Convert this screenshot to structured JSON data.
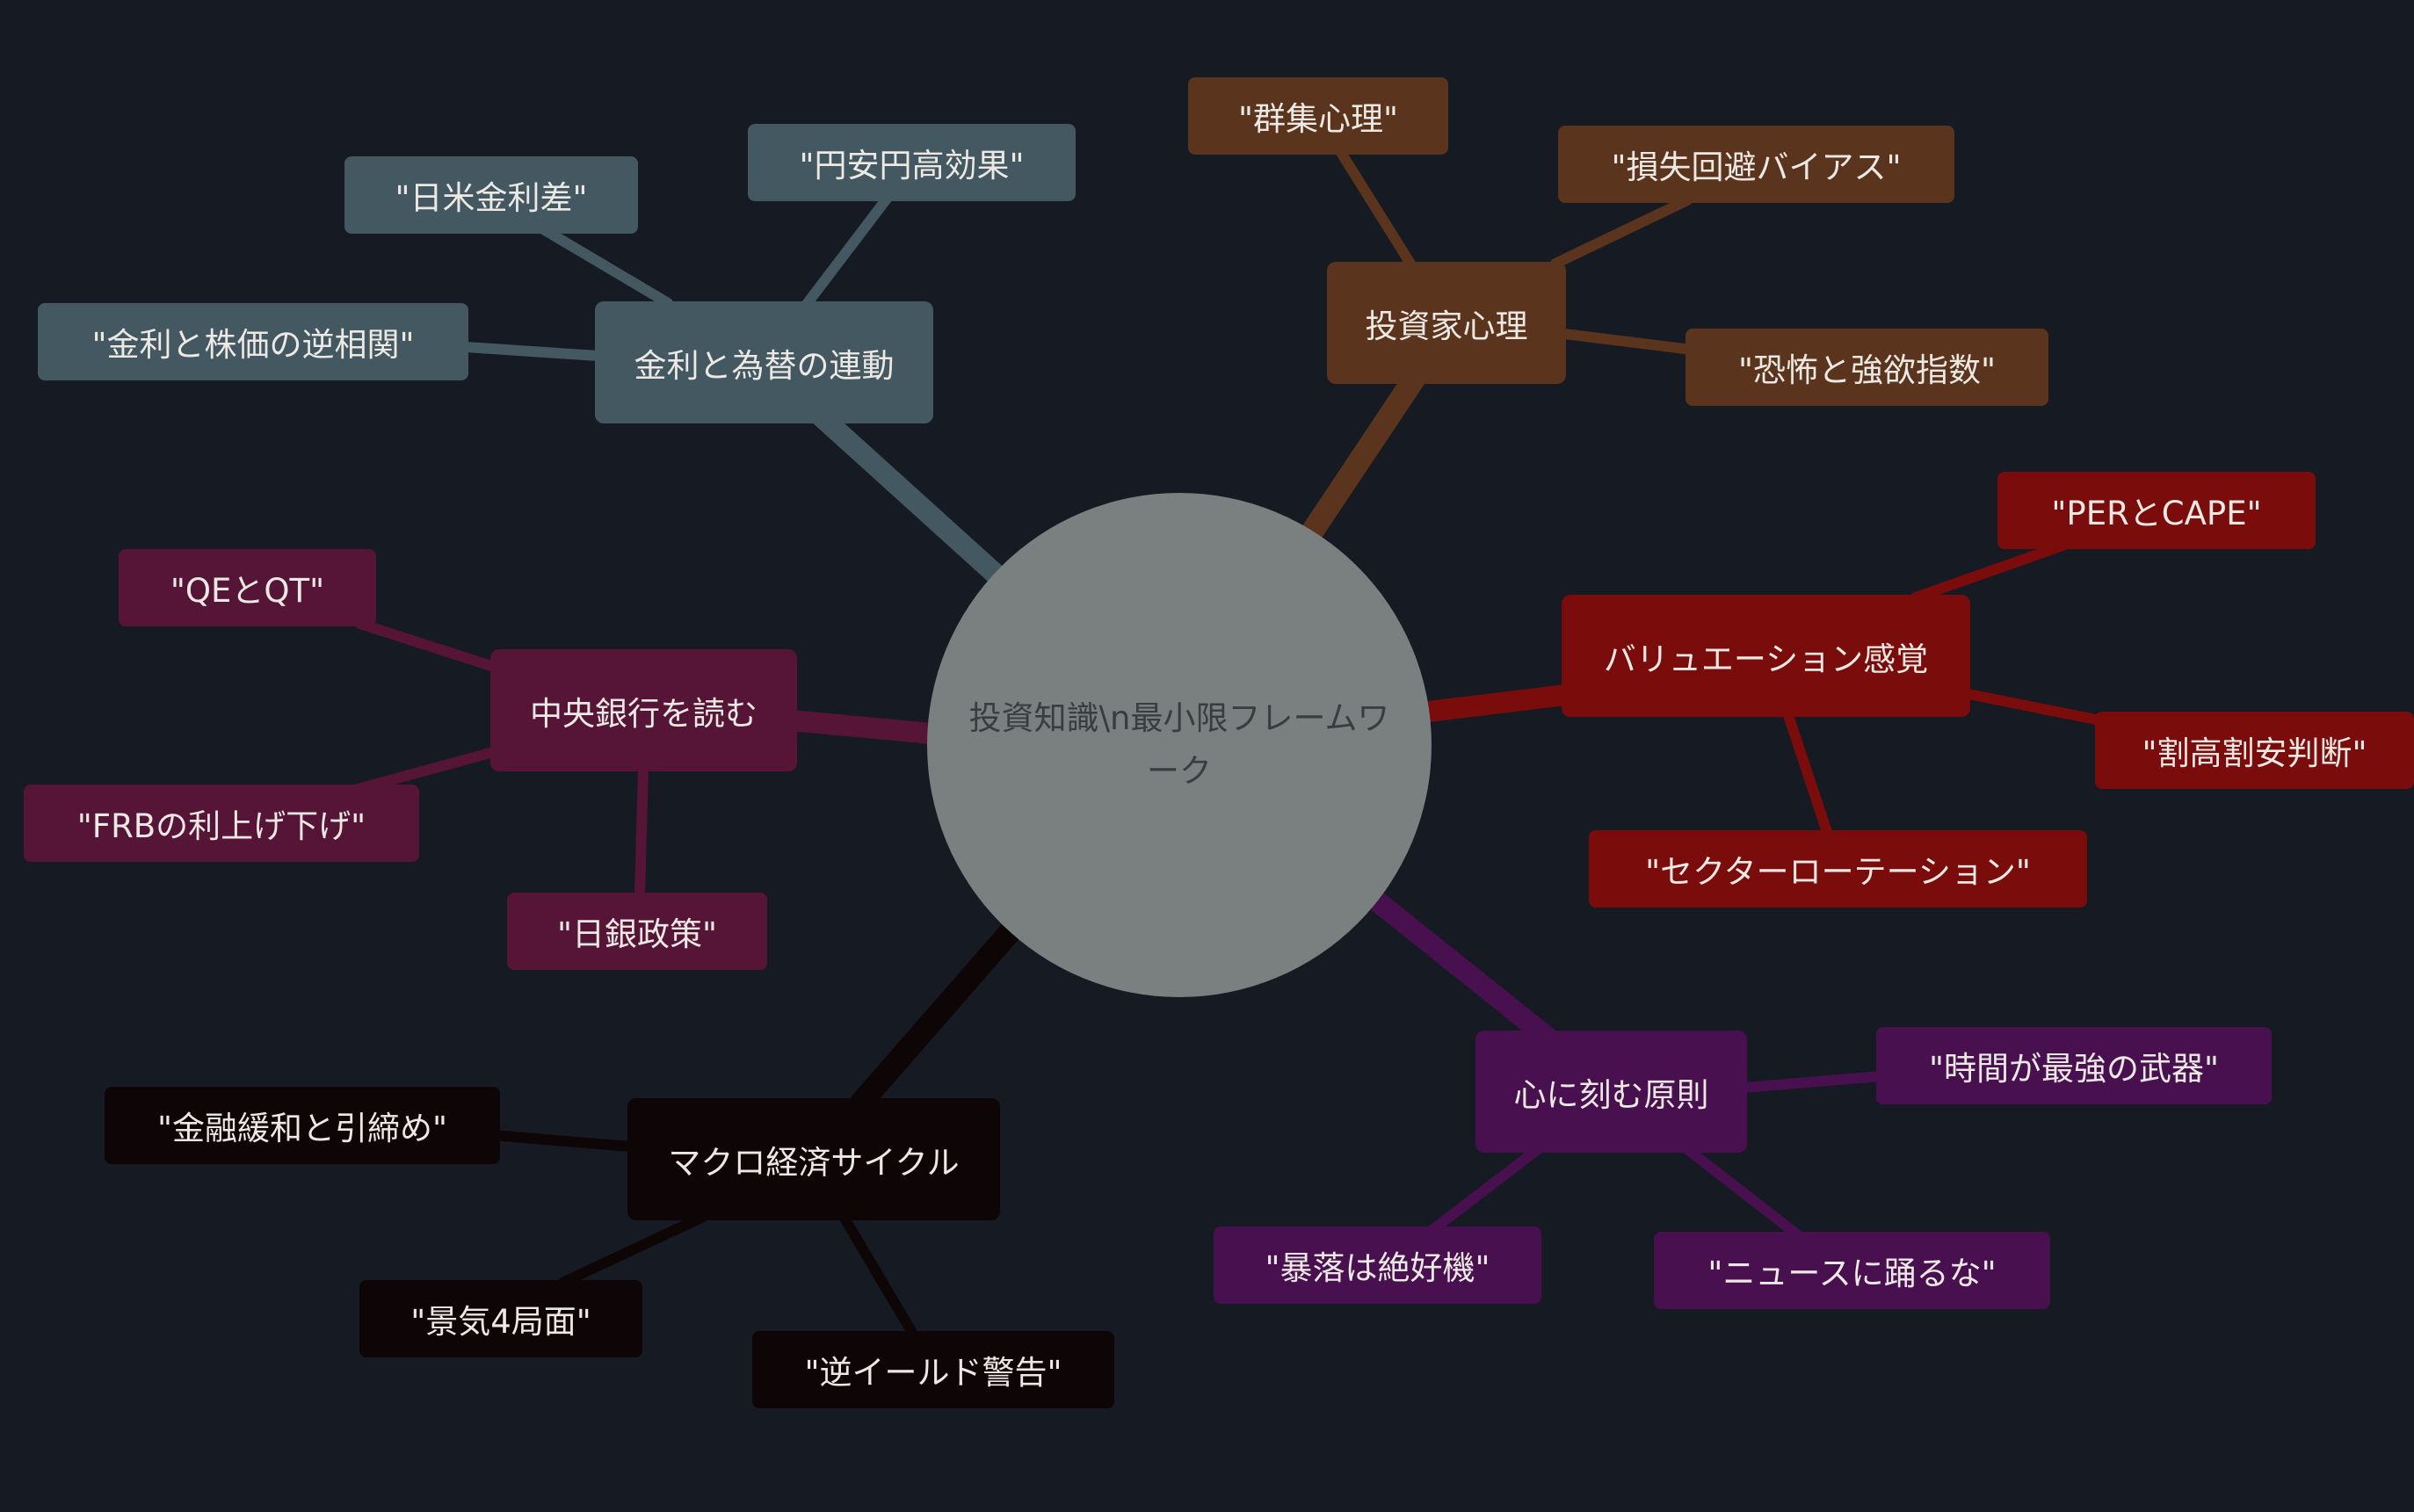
{
  "center": {
    "label": "投資知識\\n最小限フレームワーク"
  },
  "colors": {
    "background": "#161a22",
    "center": "#7a7f80",
    "rates_fx": "#435860",
    "investor_psychology": "#5a341c",
    "valuation": "#7a0c0c",
    "principles": "#48104e",
    "macro": "#0e0506",
    "central_bank": "#561536"
  },
  "branches": [
    {
      "id": "rates_fx",
      "label": "金利と為替の連動",
      "children": [
        "\"円安円高効果\"",
        "\"日米金利差\"",
        "\"金利と株価の逆相関\""
      ]
    },
    {
      "id": "investor_psychology",
      "label": "投資家心理",
      "children": [
        "\"群集心理\"",
        "\"損失回避バイアス\"",
        "\"恐怖と強欲指数\""
      ]
    },
    {
      "id": "valuation",
      "label": "バリュエーション感覚",
      "children": [
        "\"PERとCAPE\"",
        "\"割高割安判断\"",
        "\"セクターローテーション\""
      ]
    },
    {
      "id": "principles",
      "label": "心に刻む原則",
      "children": [
        "\"時間が最強の武器\"",
        "\"暴落は絶好機\"",
        "\"ニュースに踊るな\""
      ]
    },
    {
      "id": "macro",
      "label": "マクロ経済サイクル",
      "children": [
        "\"金融緩和と引締め\"",
        "\"景気4局面\"",
        "\"逆イールド警告\""
      ]
    },
    {
      "id": "central_bank",
      "label": "中央銀行を読む",
      "children": [
        "\"QEとQT\"",
        "\"FRBの利上げ下げ\"",
        "\"日銀政策\""
      ]
    }
  ]
}
